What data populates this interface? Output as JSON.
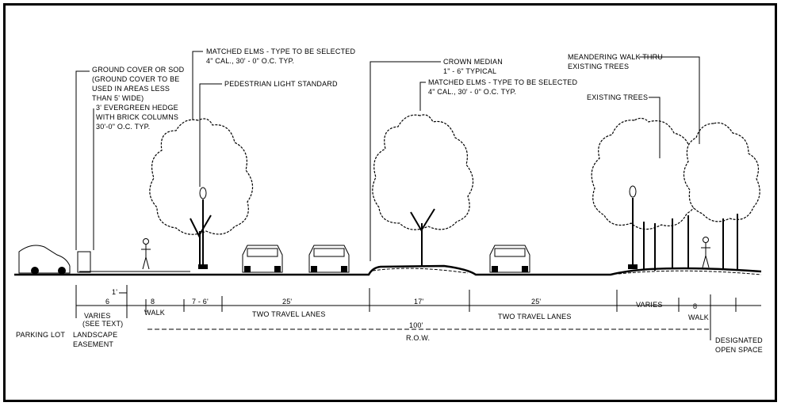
{
  "callouts": {
    "ground_cover": [
      "GROUND COVER OR SOD",
      "(GROUND COVER TO BE",
      "USED IN AREAS LESS",
      "THAN 5' WIDE)"
    ],
    "hedge": [
      "3' EVERGREEN HEDGE",
      "WITH BRICK COLUMNS",
      "30'-0\" O.C. TYP."
    ],
    "matched_elms_left": [
      "MATCHED ELMS - TYPE TO BE SELECTED",
      "4\" CAL., 30' - 0\" O.C. TYP."
    ],
    "pedestrian_light": "PEDESTRIAN LIGHT STANDARD",
    "crown_median": [
      "CROWN MEDIAN",
      "1\" - 6\" TYPICAL"
    ],
    "matched_elms_median": [
      "MATCHED ELMS - TYPE TO BE SELECTED",
      "4\" CAL., 30' - 0\" O.C. TYP."
    ],
    "meandering_walk": [
      "MEANDERING WALK THRU",
      "EXISTING TREES"
    ],
    "existing_trees": "EXISTING TREES"
  },
  "dimensions": {
    "d1": "1'",
    "d6": "6",
    "d8a": "8",
    "d7": "7 - 6'",
    "d25a": "25'",
    "d17": "17'",
    "d25b": "25'",
    "varies_right": "VARIES",
    "d8b": "8"
  },
  "labels": {
    "varies_left": "VARIES",
    "see_text": "(SEE TEXT)",
    "walk_left": "WALK",
    "two_travel_lanes_left": "TWO TRAVEL LANES",
    "two_travel_lanes_right": "TWO TRAVEL LANES",
    "walk_right": "WALK",
    "parking_lot": "PARKING LOT",
    "landscape": "LANDSCAPE",
    "easement": "EASEMENT",
    "row_width": "100'",
    "row": "R.O.W.",
    "designated": "DESIGNATED",
    "open_space": "OPEN SPACE"
  }
}
